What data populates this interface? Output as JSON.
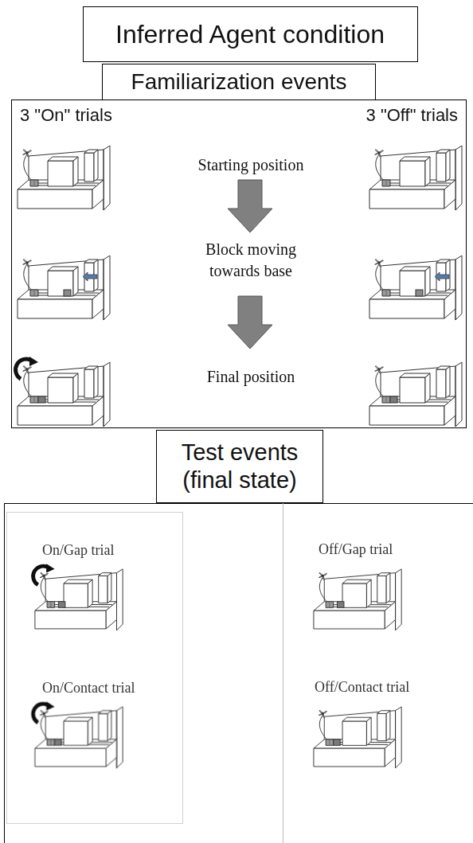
{
  "diagram": {
    "nodes": [
      {
        "text": [
          "Inferred Agent condition"
        ]
      },
      {
        "text": [
          "Familiarization events"
        ]
      },
      {
        "text": [
          "3 \"On\" trials",
          "3 \"Off\" trials",
          "Starting position",
          "Block moving towards base",
          "Final position"
        ]
      },
      {
        "text": [
          "Test events (final state)"
        ]
      },
      {
        "text": [
          "On/Gap trial",
          "On/Contact trial"
        ]
      },
      {
        "text": [
          "Off/Gap trial",
          "Off/Contact trial"
        ]
      }
    ]
  }
}
